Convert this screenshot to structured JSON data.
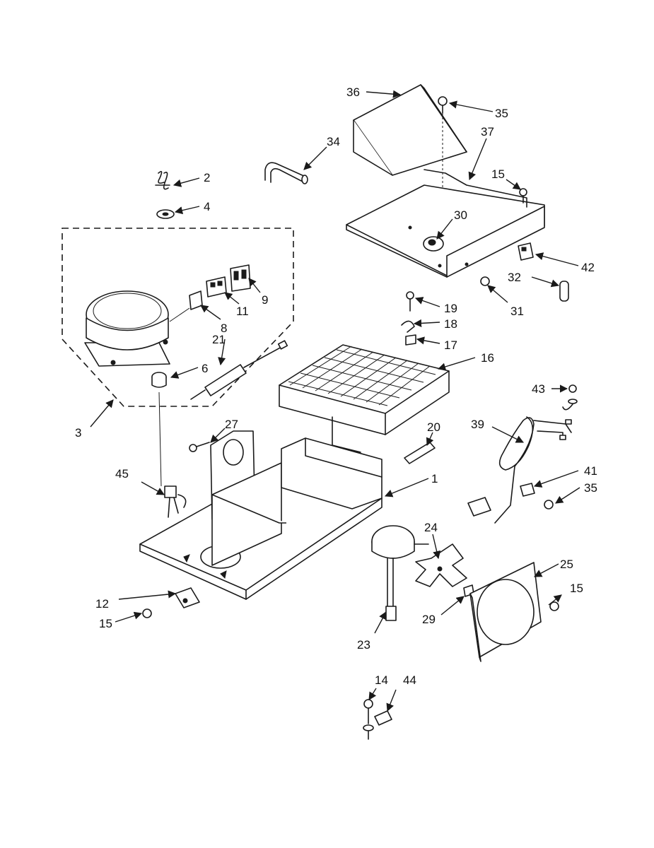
{
  "callouts": [
    {
      "id": "c1",
      "label": "1"
    },
    {
      "id": "c2",
      "label": "2"
    },
    {
      "id": "c3",
      "label": "3"
    },
    {
      "id": "c4",
      "label": "4"
    },
    {
      "id": "c6",
      "label": "6"
    },
    {
      "id": "c8",
      "label": "8"
    },
    {
      "id": "c9",
      "label": "9"
    },
    {
      "id": "c11",
      "label": "11"
    },
    {
      "id": "c12",
      "label": "12"
    },
    {
      "id": "c14",
      "label": "14"
    },
    {
      "id": "c15a",
      "label": "15"
    },
    {
      "id": "c15b",
      "label": "15"
    },
    {
      "id": "c15c",
      "label": "15"
    },
    {
      "id": "c16",
      "label": "16"
    },
    {
      "id": "c17",
      "label": "17"
    },
    {
      "id": "c18",
      "label": "18"
    },
    {
      "id": "c19",
      "label": "19"
    },
    {
      "id": "c20",
      "label": "20"
    },
    {
      "id": "c21",
      "label": "21"
    },
    {
      "id": "c23",
      "label": "23"
    },
    {
      "id": "c24",
      "label": "24"
    },
    {
      "id": "c25",
      "label": "25"
    },
    {
      "id": "c27",
      "label": "27"
    },
    {
      "id": "c29",
      "label": "29"
    },
    {
      "id": "c30",
      "label": "30"
    },
    {
      "id": "c31",
      "label": "31"
    },
    {
      "id": "c32",
      "label": "32"
    },
    {
      "id": "c34",
      "label": "34"
    },
    {
      "id": "c35a",
      "label": "35"
    },
    {
      "id": "c35b",
      "label": "35"
    },
    {
      "id": "c36",
      "label": "36"
    },
    {
      "id": "c37",
      "label": "37"
    },
    {
      "id": "c39",
      "label": "39"
    },
    {
      "id": "c41",
      "label": "41"
    },
    {
      "id": "c42",
      "label": "42"
    },
    {
      "id": "c43",
      "label": "43"
    },
    {
      "id": "c44",
      "label": "44"
    },
    {
      "id": "c45",
      "label": "45"
    }
  ]
}
